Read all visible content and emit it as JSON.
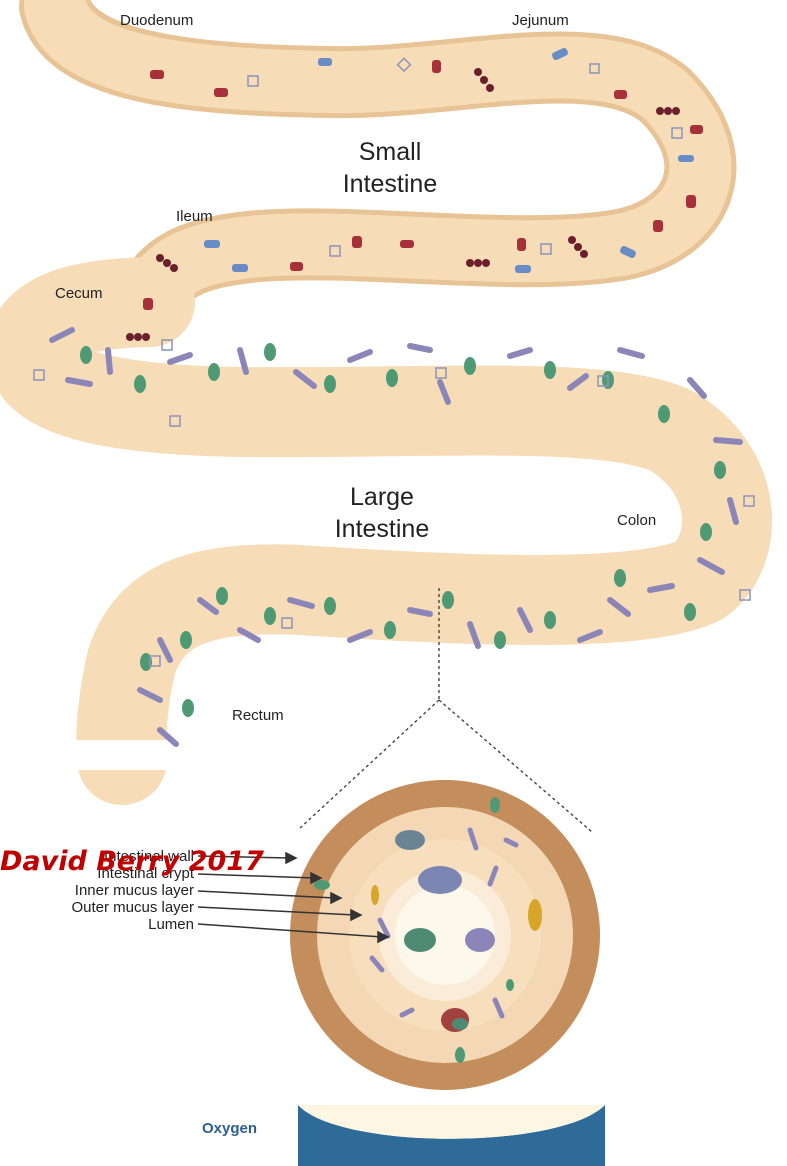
{
  "labels": {
    "duodenum": "Duodenum",
    "jejunum": "Jejunum",
    "small_intestine_line1": "Small",
    "small_intestine_line2": "Intestine",
    "ileum": "Ileum",
    "cecum": "Cecum",
    "large_intestine_line1": "Large",
    "large_intestine_line2": "Intestine",
    "colon": "Colon",
    "rectum": "Rectum"
  },
  "cross_section": {
    "layers": [
      "Intestinal wall",
      "Intestinal crypt",
      "Inner mucus layer",
      "Outer mucus layer",
      "Lumen"
    ]
  },
  "credit": "David Berry 2017",
  "oxygen_label": "Oxygen",
  "colors": {
    "tube_fill": "#f6ddb8",
    "tube_outline": "#e8c396",
    "wall_brown": "#c48d5c",
    "crypt_fill": "#f4d7b4",
    "mucus_outer": "#f6ddb8",
    "mucus_inner": "#f9ecd5",
    "lumen": "#fdf8ec",
    "red_bacteria": "#a8303a",
    "blue_bacteria": "#6a8cc6",
    "rod_bacteria": "#8c86b8",
    "green_bacteria": "#4f9a74",
    "oxygen_gradient": "#2f6b98",
    "credit_text": "#c00000"
  }
}
